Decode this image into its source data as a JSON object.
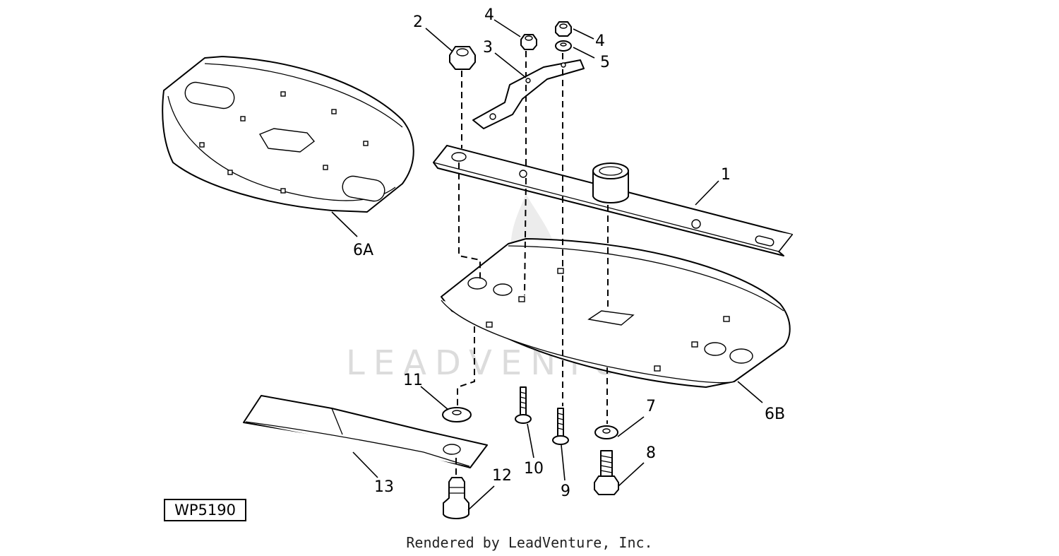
{
  "callouts": {
    "c1": "1",
    "c2": "2",
    "c3": "3",
    "c4a": "4",
    "c4b": "4",
    "c5": "5",
    "c6a": "6A",
    "c6b": "6B",
    "c7": "7",
    "c8": "8",
    "c9": "9",
    "c10": "10",
    "c11": "11",
    "c12": "12",
    "c13": "13"
  },
  "figure_id": "WP5190",
  "watermark": "LEADVENTURE",
  "footer": "Rendered by LeadVenture, Inc."
}
